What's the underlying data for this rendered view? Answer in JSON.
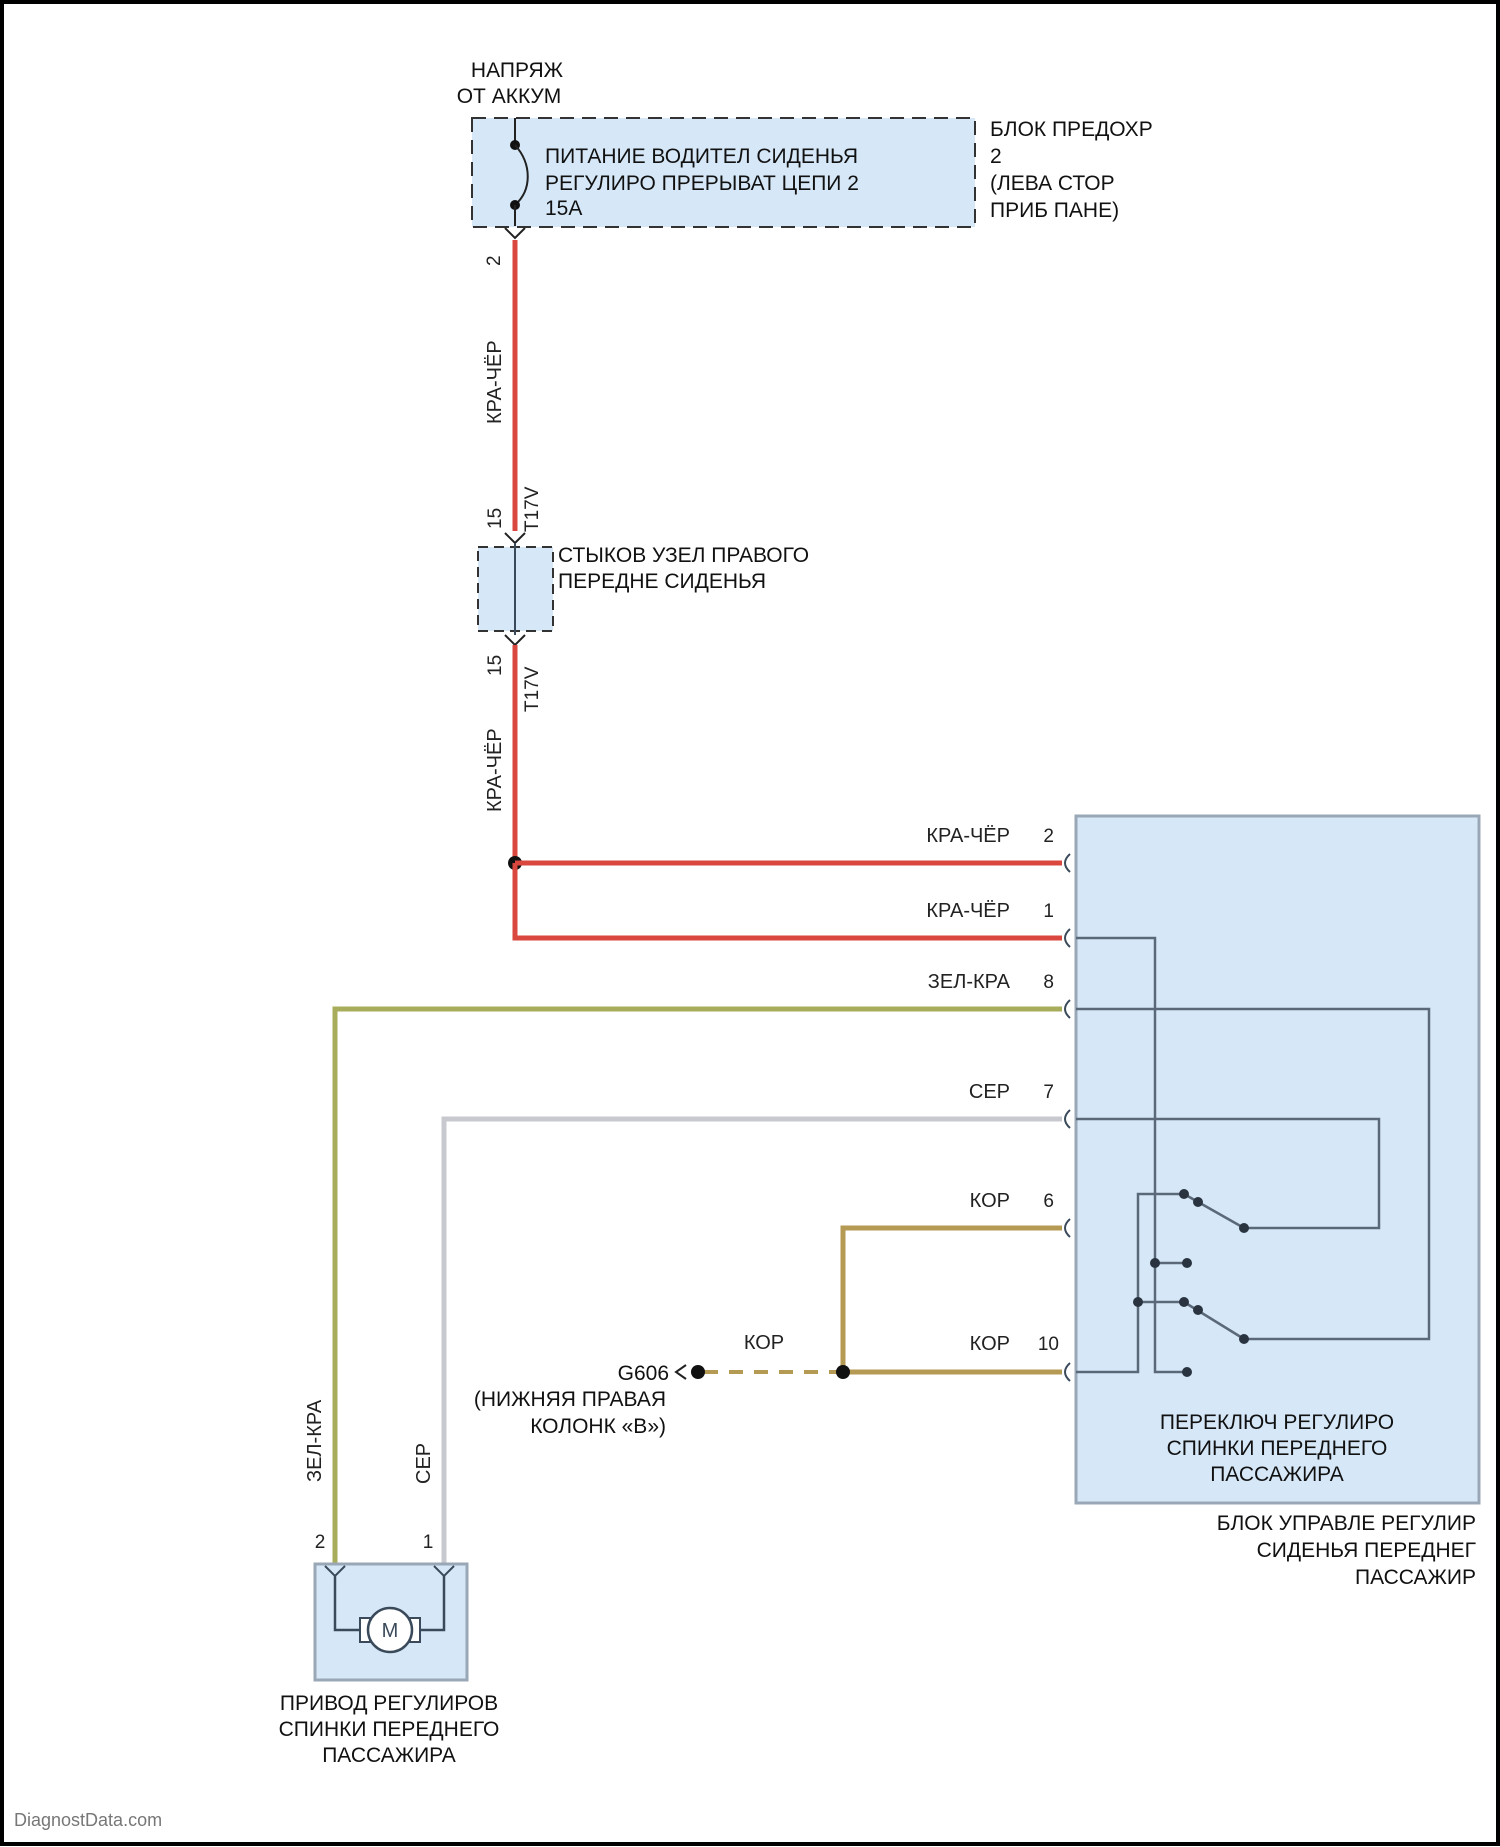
{
  "colors": {
    "wire_red": "#d9473f",
    "wire_green": "#a7ad5a",
    "wire_gray": "#c7c9cf",
    "wire_brown": "#b59a54",
    "box_fill": "#d6e8f8",
    "box_stroke": "#9aa7b6",
    "internal": "#5a6878"
  },
  "top_source": {
    "line1": "НАПРЯЖ",
    "line2": "ОТ АККУМ"
  },
  "fuse": {
    "line1": "ПИТАНИЕ ВОДИТЕЛ СИДЕНЬЯ",
    "line2": "РЕГУЛИРО ПРЕРЫВАТ ЦЕПИ 2",
    "line3": "15A"
  },
  "fuse_block": {
    "line1": "БЛОК ПРЕДОХР",
    "line2": "2",
    "line3": "(ЛЕВА СТОР",
    "line4": "ПРИБ ПАНЕ)"
  },
  "fuse_pin": "2",
  "wire_top": "КРА-ЧЁР",
  "junction_top": {
    "pin": "15",
    "connector": "T17V"
  },
  "junction_block": {
    "line1": "СТЫКОВ УЗЕЛ ПРАВОГО",
    "line2": "ПЕРЕДНЕ СИДЕНЬЯ"
  },
  "junction_bottom": {
    "pin": "15",
    "connector": "T17V"
  },
  "wire_mid": "КРА-ЧЁР",
  "control_pins": [
    {
      "wire": "КРА-ЧЁР",
      "pin": "2"
    },
    {
      "wire": "КРА-ЧЁР",
      "pin": "1"
    },
    {
      "wire": "ЗЕЛ-КРА",
      "pin": "8"
    },
    {
      "wire": "СЕР",
      "pin": "7"
    },
    {
      "wire": "КОР",
      "pin": "6"
    },
    {
      "wire": "КОР",
      "pin": "10"
    }
  ],
  "ground": {
    "wire": "КОР",
    "id": "G606",
    "line1": "(НИЖНЯЯ ПРАВАЯ",
    "line2": "КОЛОНК «B»)"
  },
  "switch_label": {
    "line1": "ПЕРЕКЛЮЧ РЕГУЛИРО",
    "line2": "СПИНКИ ПЕРЕДНЕГО",
    "line3": "ПАССАЖИРА"
  },
  "control_unit": {
    "line1": "БЛОК УПРАВЛЕ РЕГУЛИР",
    "line2": "СИДЕНЬЯ ПЕРЕДНЕГ",
    "line3": "ПАССАЖИР"
  },
  "motor": {
    "pin_left": "2",
    "pin_right": "1",
    "wire_left": "ЗЕЛ-КРА",
    "wire_right": "СЕР",
    "symbol": "M",
    "line1": "ПРИВОД РЕГУЛИРОВ",
    "line2": "СПИНКИ ПЕРЕДНЕГО",
    "line3": "ПАССАЖИРА"
  },
  "watermark": "DiagnostData.com"
}
